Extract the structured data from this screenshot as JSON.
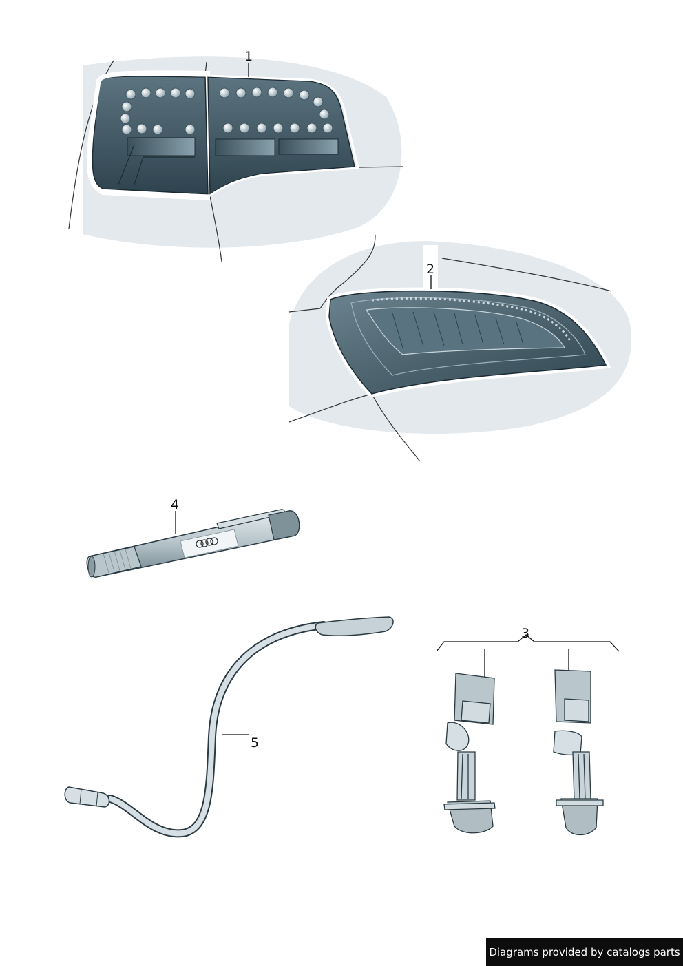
{
  "callouts": {
    "part_1": "1",
    "part_2": "2",
    "part_3": "3",
    "part_4": "4",
    "part_5": "5"
  },
  "footer": {
    "text": "Diagrams provided by catalogs parts"
  },
  "colors": {
    "lamp_dark": "#3f5560",
    "lamp_mid": "#6e8791",
    "shadow": "#dde3e8",
    "part_grey": "#b9c6cc",
    "line": "#222222"
  }
}
